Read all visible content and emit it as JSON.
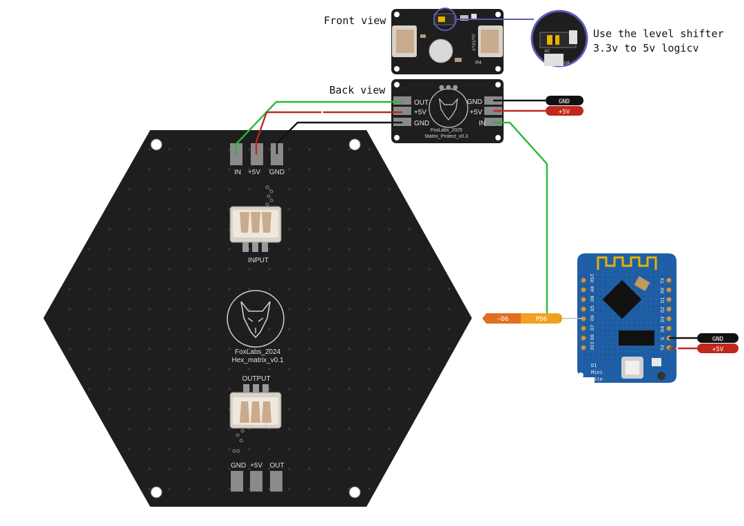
{
  "annotations": {
    "front_view": "Front view",
    "back_view": "Back view",
    "level_shifter_line1": "Use the level shifter",
    "level_shifter_line2": "3.3v to 5v logicv"
  },
  "hex_board": {
    "top_pads": [
      "IN",
      "+5V",
      "GND"
    ],
    "input_label": "INPUT",
    "output_label": "OUTPUT",
    "brand_line1": "FoxLabs_2024",
    "brand_line2": "Hex_matrix_v0.1",
    "bottom_pads": [
      "GND",
      "+5V",
      "OUT"
    ]
  },
  "protect_board": {
    "left_labels": [
      "OUT",
      "+5V",
      "GND"
    ],
    "right_labels": [
      "GND",
      "+5V",
      "IN"
    ],
    "brand_line1": "FoxLabs_2025",
    "brand_line2": "Matrix_Protect_v0.3",
    "front_silk": [
      "OUTPUT",
      "R4"
    ],
    "zoom_silk": [
      "AC",
      "1M"
    ]
  },
  "wemos": {
    "left_pins": [
      "RST",
      "A0",
      "D0",
      "D5",
      "D6",
      "D7",
      "D8",
      "3V3"
    ],
    "right_pins": [
      "TX",
      "RX",
      "D1",
      "D2",
      "D3",
      "D4",
      "G",
      "5V"
    ],
    "model_lines": [
      "D1",
      "Mini",
      "Lite"
    ],
    "flag_pin_a": "~D6",
    "flag_pin_b": "PD6"
  },
  "wire_tags": {
    "protect_gnd": "GND",
    "protect_5v": "+5V",
    "wemos_gnd": "GND",
    "wemos_5v": "+5V"
  },
  "colors": {
    "pcb_black": "#1e1e1e",
    "wemos_blue": "#1f5fa6",
    "wire_green": "#22bb33",
    "wire_red": "#c0281e",
    "wire_black": "#111111",
    "flag_orange": "#e07020",
    "flag_yellow": "#f2a020",
    "zoom_circle": "#5b5bb8"
  }
}
